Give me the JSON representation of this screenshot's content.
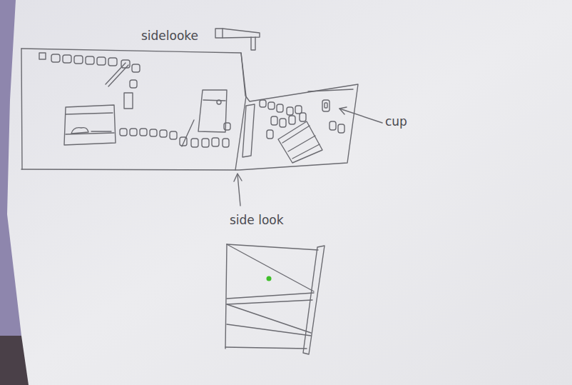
{
  "diagram": {
    "labels": [
      "sidelooke",
      "cup",
      "side look"
    ]
  }
}
